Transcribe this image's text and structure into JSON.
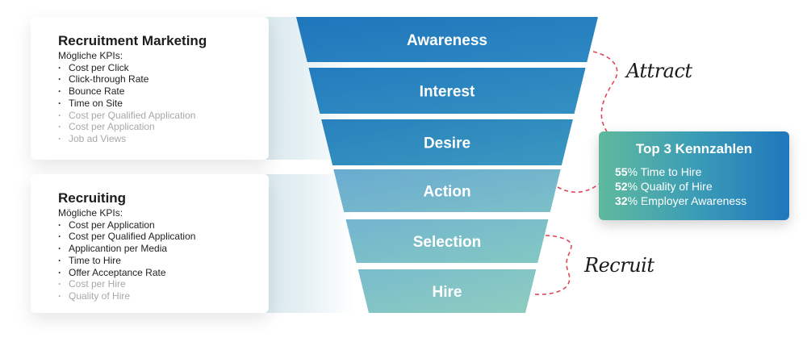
{
  "cards": [
    {
      "title": "Recruitment Marketing",
      "subtitle": "Mögliche KPIs:",
      "kpis": [
        {
          "label": "Cost per Click",
          "muted": false
        },
        {
          "label": "Click-through Rate",
          "muted": false
        },
        {
          "label": "Bounce Rate",
          "muted": false
        },
        {
          "label": "Time on Site",
          "muted": false
        },
        {
          "label": "Cost per Qualified Application",
          "muted": true
        },
        {
          "label": "Cost per Application",
          "muted": true
        },
        {
          "label": "Job ad Views",
          "muted": true
        }
      ]
    },
    {
      "title": "Recruiting",
      "subtitle": "Mögliche KPIs:",
      "kpis": [
        {
          "label": "Cost per Application",
          "muted": false
        },
        {
          "label": "Cost per Qualified Application",
          "muted": false
        },
        {
          "label": "Applicantion per Media",
          "muted": false
        },
        {
          "label": "Time to Hire",
          "muted": false
        },
        {
          "label": "Offer Acceptance Rate",
          "muted": false
        },
        {
          "label": "Cost per Hire",
          "muted": true
        },
        {
          "label": "Quality of Hire",
          "muted": true
        }
      ]
    }
  ],
  "funnel": {
    "stages": [
      {
        "label": "Awareness",
        "color_start": "#1f76bc",
        "color_end": "#2e88c2"
      },
      {
        "label": "Interest",
        "color_start": "#237cbe",
        "color_end": "#3490c1"
      },
      {
        "label": "Desire",
        "color_start": "#2881bd",
        "color_end": "#3b98c0"
      },
      {
        "label": "Action",
        "color_start": "#69abd0",
        "color_end": "#7dc0c8"
      },
      {
        "label": "Selection",
        "color_start": "#72b5cf",
        "color_end": "#84c8c3"
      },
      {
        "label": "Hire",
        "color_start": "#79bccc",
        "color_end": "#8ecdbf"
      }
    ]
  },
  "phases": {
    "attract": "Attract",
    "recruit": "Recruit"
  },
  "top_kpis": {
    "title": "Top 3 Kennzahlen",
    "items": [
      {
        "value": "55",
        "unit": "%",
        "label": " Time to Hire"
      },
      {
        "value": "52",
        "unit": "%",
        "label": " Quality of Hire"
      },
      {
        "value": "32",
        "unit": "%",
        "label": " Employer Awareness"
      }
    ]
  },
  "colors": {
    "accent_dash": "#e0455a",
    "kpi_box_start": "#5fb99d",
    "kpi_box_end": "#1f77bd"
  }
}
